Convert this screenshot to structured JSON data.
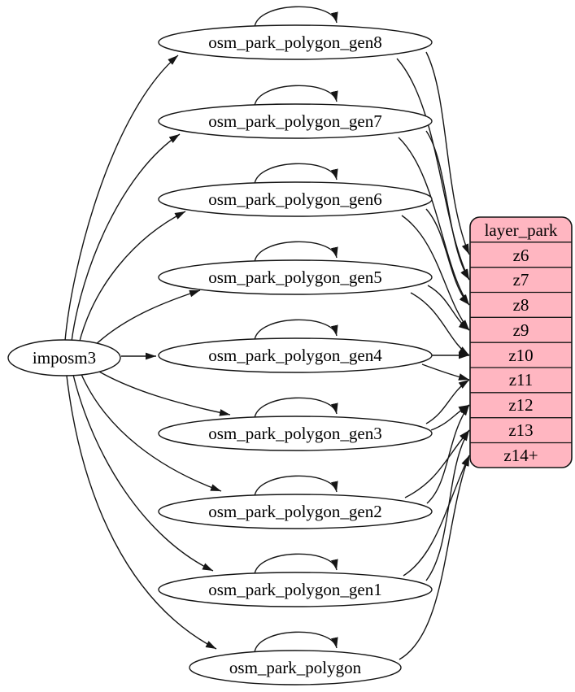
{
  "diagram": {
    "type": "etl-graph",
    "background": "#ffffff",
    "stroke_color": "#151515",
    "source": {
      "label": "imposm3"
    },
    "tables": [
      {
        "label": "osm_park_polygon_gen8"
      },
      {
        "label": "osm_park_polygon_gen7"
      },
      {
        "label": "osm_park_polygon_gen6"
      },
      {
        "label": "osm_park_polygon_gen5"
      },
      {
        "label": "osm_park_polygon_gen4"
      },
      {
        "label": "osm_park_polygon_gen3"
      },
      {
        "label": "osm_park_polygon_gen2"
      },
      {
        "label": "osm_park_polygon_gen1"
      },
      {
        "label": "osm_park_polygon"
      }
    ],
    "layer_table": {
      "title": "layer_park",
      "fill": "#ffb6c1",
      "rows": [
        "z6",
        "z7",
        "z8",
        "z9",
        "z10",
        "z11",
        "z12",
        "z13",
        "z14+"
      ]
    },
    "edges": {
      "from_source_to": [
        "osm_park_polygon_gen8",
        "osm_park_polygon_gen7",
        "osm_park_polygon_gen6",
        "osm_park_polygon_gen5",
        "osm_park_polygon_gen4",
        "osm_park_polygon_gen3",
        "osm_park_polygon_gen2",
        "osm_park_polygon_gen1",
        "osm_park_polygon"
      ],
      "self_loops": [
        "osm_park_polygon_gen8",
        "osm_park_polygon_gen7",
        "osm_park_polygon_gen6",
        "osm_park_polygon_gen5",
        "osm_park_polygon_gen4",
        "osm_park_polygon_gen3",
        "osm_park_polygon_gen2",
        "osm_park_polygon_gen1",
        "osm_park_polygon"
      ],
      "to_layer_rows": [
        [
          "osm_park_polygon_gen8",
          "z6"
        ],
        [
          "osm_park_polygon_gen8",
          "z7"
        ],
        [
          "osm_park_polygon_gen7",
          "z7"
        ],
        [
          "osm_park_polygon_gen7",
          "z8"
        ],
        [
          "osm_park_polygon_gen6",
          "z8"
        ],
        [
          "osm_park_polygon_gen6",
          "z9"
        ],
        [
          "osm_park_polygon_gen5",
          "z9"
        ],
        [
          "osm_park_polygon_gen5",
          "z10"
        ],
        [
          "osm_park_polygon_gen4",
          "z10"
        ],
        [
          "osm_park_polygon_gen4",
          "z11"
        ],
        [
          "osm_park_polygon_gen3",
          "z11"
        ],
        [
          "osm_park_polygon_gen3",
          "z12"
        ],
        [
          "osm_park_polygon_gen2",
          "z12"
        ],
        [
          "osm_park_polygon_gen2",
          "z13"
        ],
        [
          "osm_park_polygon_gen1",
          "z13"
        ],
        [
          "osm_park_polygon_gen1",
          "z14+"
        ],
        [
          "osm_park_polygon",
          "z14+"
        ]
      ]
    }
  }
}
